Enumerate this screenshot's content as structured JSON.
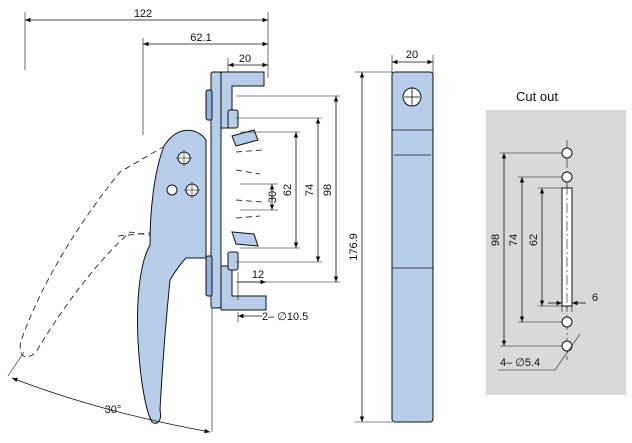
{
  "colors": {
    "part_fill": "#b7cdea",
    "cutout_panel": "#d9d9d9",
    "lines": "#111111"
  },
  "dimensions": {
    "overall_width": "122",
    "handle_reach": "62.1",
    "bracket_width": "20",
    "pitch_30": "30",
    "pitch_62": "62",
    "pitch_74": "74",
    "pitch_98": "98",
    "overall_height": "176.9",
    "flange_12": "12",
    "mount_holes": "2– ∅10.5",
    "open_angle": "30°",
    "side_width": "20"
  },
  "cutout": {
    "title": "Cut out",
    "dim_98": "98",
    "dim_74": "74",
    "dim_62": "62",
    "slot_width": "6",
    "holes": "4– ∅5.4"
  }
}
